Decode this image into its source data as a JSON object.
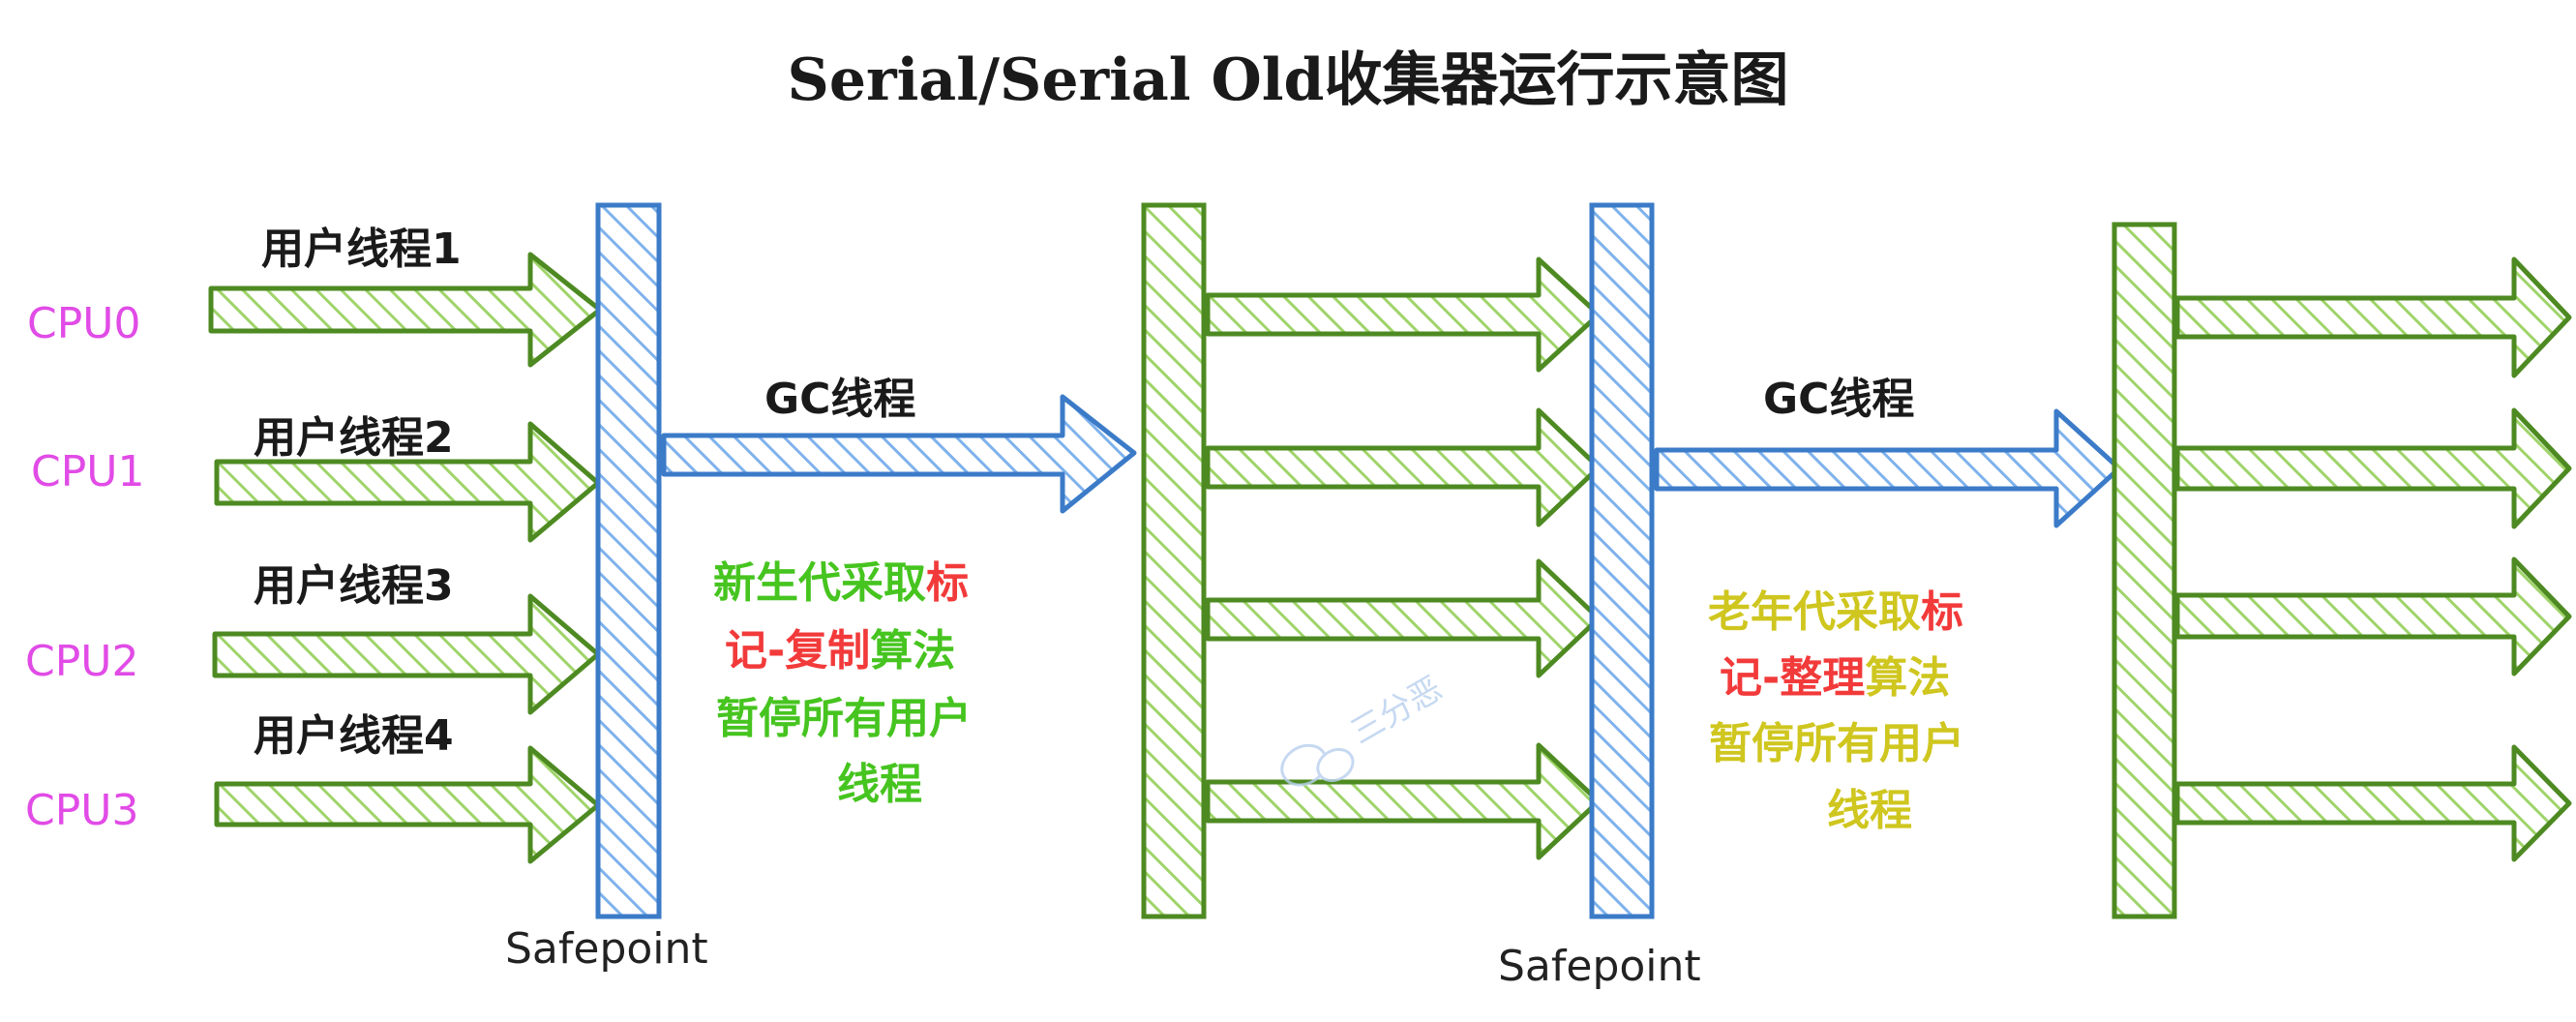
{
  "title": "Serial/Serial Old收集器运行示意图",
  "cpus": [
    "CPU0",
    "CPU1",
    "CPU2",
    "CPU3"
  ],
  "user_threads": [
    "用户线程1",
    "用户线程2",
    "用户线程3",
    "用户线程4"
  ],
  "gc_thread_label": "GC线程",
  "safepoint_label": "Safepoint",
  "young_note": {
    "line1_part1": "新生代采取",
    "line1_part2": "标",
    "line2_part1": "记-复制",
    "line2_part2": "算法",
    "line3": "暂停所有用户",
    "line4": "线程"
  },
  "old_note": {
    "line1_part1": "老年代采取",
    "line1_part2": "标",
    "line2_part1": "记-整理",
    "line2_part2": "算法",
    "line3": "暂停所有用户",
    "line4": "线程"
  },
  "watermark": "三分恶",
  "colors": {
    "green_stroke": "#4e8a22",
    "green_hatch": "#9fd46a",
    "blue_stroke": "#3b7bc8",
    "blue_hatch": "#7fb2ec",
    "cpu_text": "#e14be6",
    "young_note_text": "#46c41f",
    "old_note_text": "#cfc61f",
    "highlight_red": "#f23a3a"
  }
}
